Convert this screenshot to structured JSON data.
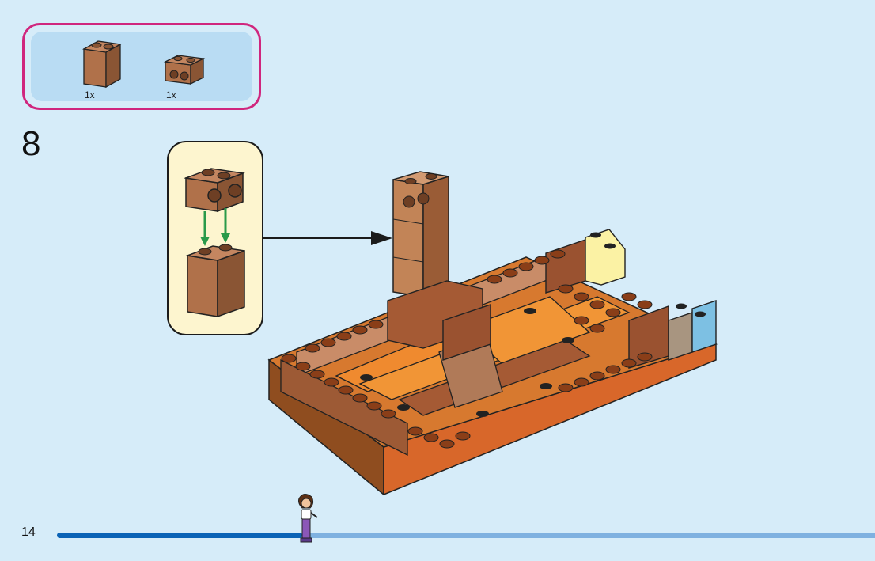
{
  "parts_list": {
    "items": [
      {
        "icon": "brown-brick-1x2x2-icon",
        "quantity": "1x"
      },
      {
        "icon": "brown-brick-1x2-with-studs-on-side-icon",
        "quantity": "1x"
      }
    ]
  },
  "step": {
    "number": "8"
  },
  "page": {
    "number": "14"
  },
  "progress": {
    "fraction": 0.3
  },
  "colors": {
    "background": "#d6ecf9",
    "parts_border": "#d0267e",
    "brick_brown": "#b0714a",
    "brick_orange": "#e8822f",
    "progress_fill": "#0b63b6",
    "progress_track": "#7fb1e0"
  }
}
